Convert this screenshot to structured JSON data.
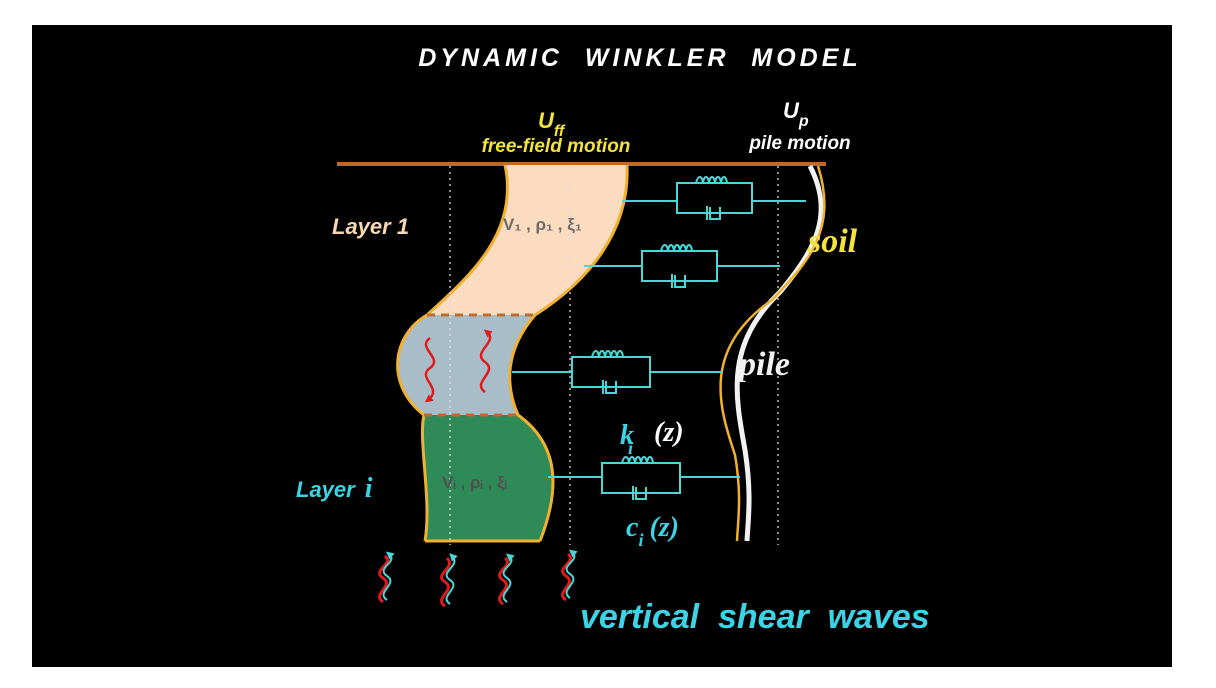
{
  "title": "DYNAMIC  WINKLER  MODEL",
  "labels": {
    "uff_main": "U",
    "uff_sub": "ff",
    "uff_caption": "free-field motion",
    "up_main": "U",
    "up_sub": "p",
    "up_caption": "pile motion",
    "layer1": "Layer 1",
    "layer_i_word": "Layer",
    "layer_i_index": "i",
    "layer1_props": "V₁ , ρ₁ , ξ₁",
    "layer_i_props": "Vᵢ , ρᵢ , ξᵢ",
    "soil": "soil",
    "pile": "pile",
    "k_main": "k",
    "k_sub": "i",
    "k_arg": "(z)",
    "c_main": "c",
    "c_sub": "i",
    "c_arg": "(z)",
    "waves": "vertical  shear  waves"
  },
  "colors": {
    "background": "#000000",
    "ground_line": "#c0682a",
    "layer1_fill": "#fcdcc0",
    "mid_fill": "#a9bdc9",
    "layer_i_fill": "#2e8b57",
    "layer_outline": "#f0b030",
    "spring": "#49d6d6",
    "wave_red": "#e01a1a",
    "wave_cyan": "#49d6d6",
    "yellow_label": "#f4e33a",
    "layer1_label": "#f8d7b5",
    "cyan_label": "#3ad4e6",
    "pile_white": "#f2f2f2",
    "props_gray": "#6b6b6b"
  },
  "icons": [
    "spring-dashpot-icon",
    "wavy-arrow-icon"
  ]
}
